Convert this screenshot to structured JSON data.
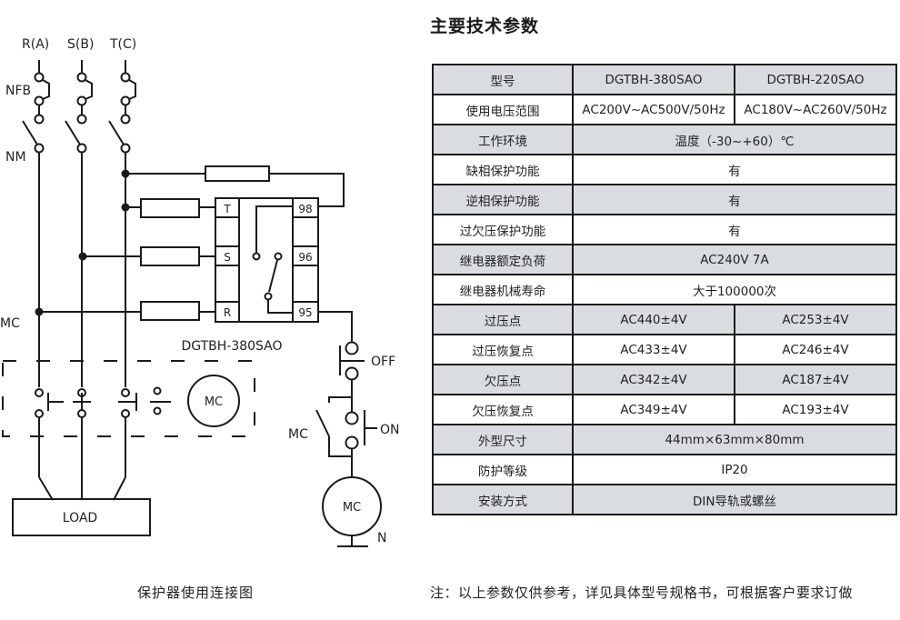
{
  "diagram": {
    "phase_labels": [
      "R(A)",
      "S(B)",
      "T(C)"
    ],
    "nfb_label": "NFB",
    "nm_label": "NM",
    "mc_label_left": "MC",
    "module_terminals_left": [
      "T",
      "S",
      "R"
    ],
    "module_terminals_right": [
      "98",
      "96",
      "95"
    ],
    "module_model": "DGTBH-380SAO",
    "contactor_coil_label": "MC",
    "off_label": "OFF",
    "on_label": "ON",
    "mc_aux_label": "MC",
    "coil_label": "MC",
    "neutral_label": "N",
    "load_label": "LOAD",
    "caption": "保护器使用连接图"
  },
  "params": {
    "title": "主要技术参数",
    "header": {
      "label": "型号",
      "models": [
        "DGTBH-380SAO",
        "DGTBH-220SAO"
      ]
    },
    "rows": [
      {
        "label": "使用电压范围",
        "values": [
          "AC200V~AC500V/50Hz",
          "AC180V~AC260V/50Hz"
        ],
        "shaded": false
      },
      {
        "label": "工作环境",
        "value": "温度（-30~+60）℃",
        "shaded": true
      },
      {
        "label": "缺相保护功能",
        "value": "有",
        "shaded": false
      },
      {
        "label": "逆相保护功能",
        "value": "有",
        "shaded": true
      },
      {
        "label": "过欠压保护功能",
        "value": "有",
        "shaded": false
      },
      {
        "label": "继电器额定负荷",
        "value": "AC240V  7A",
        "shaded": true
      },
      {
        "label": "继电器机械寿命",
        "value": "大于100000次",
        "shaded": false
      },
      {
        "label": "过压点",
        "values": [
          "AC440±4V",
          "AC253±4V"
        ],
        "shaded": true
      },
      {
        "label": "过压恢复点",
        "values": [
          "AC433±4V",
          "AC246±4V"
        ],
        "shaded": false
      },
      {
        "label": "欠压点",
        "values": [
          "AC342±4V",
          "AC187±4V"
        ],
        "shaded": true
      },
      {
        "label": "欠压恢复点",
        "values": [
          "AC349±4V",
          "AC193±4V"
        ],
        "shaded": false
      },
      {
        "label": "外型尺寸",
        "value": "44mm×63mm×80mm",
        "shaded": true
      },
      {
        "label": "防护等级",
        "value": "IP20",
        "shaded": false
      },
      {
        "label": "安装方式",
        "value": "DIN导轨或螺丝",
        "shaded": true
      }
    ],
    "note": "注：以上参数仅供参考，详见具体型号规格书，可根据客户要求订做"
  },
  "colors": {
    "header_shade": "#d9dde1",
    "line": "#1a1a1a"
  }
}
